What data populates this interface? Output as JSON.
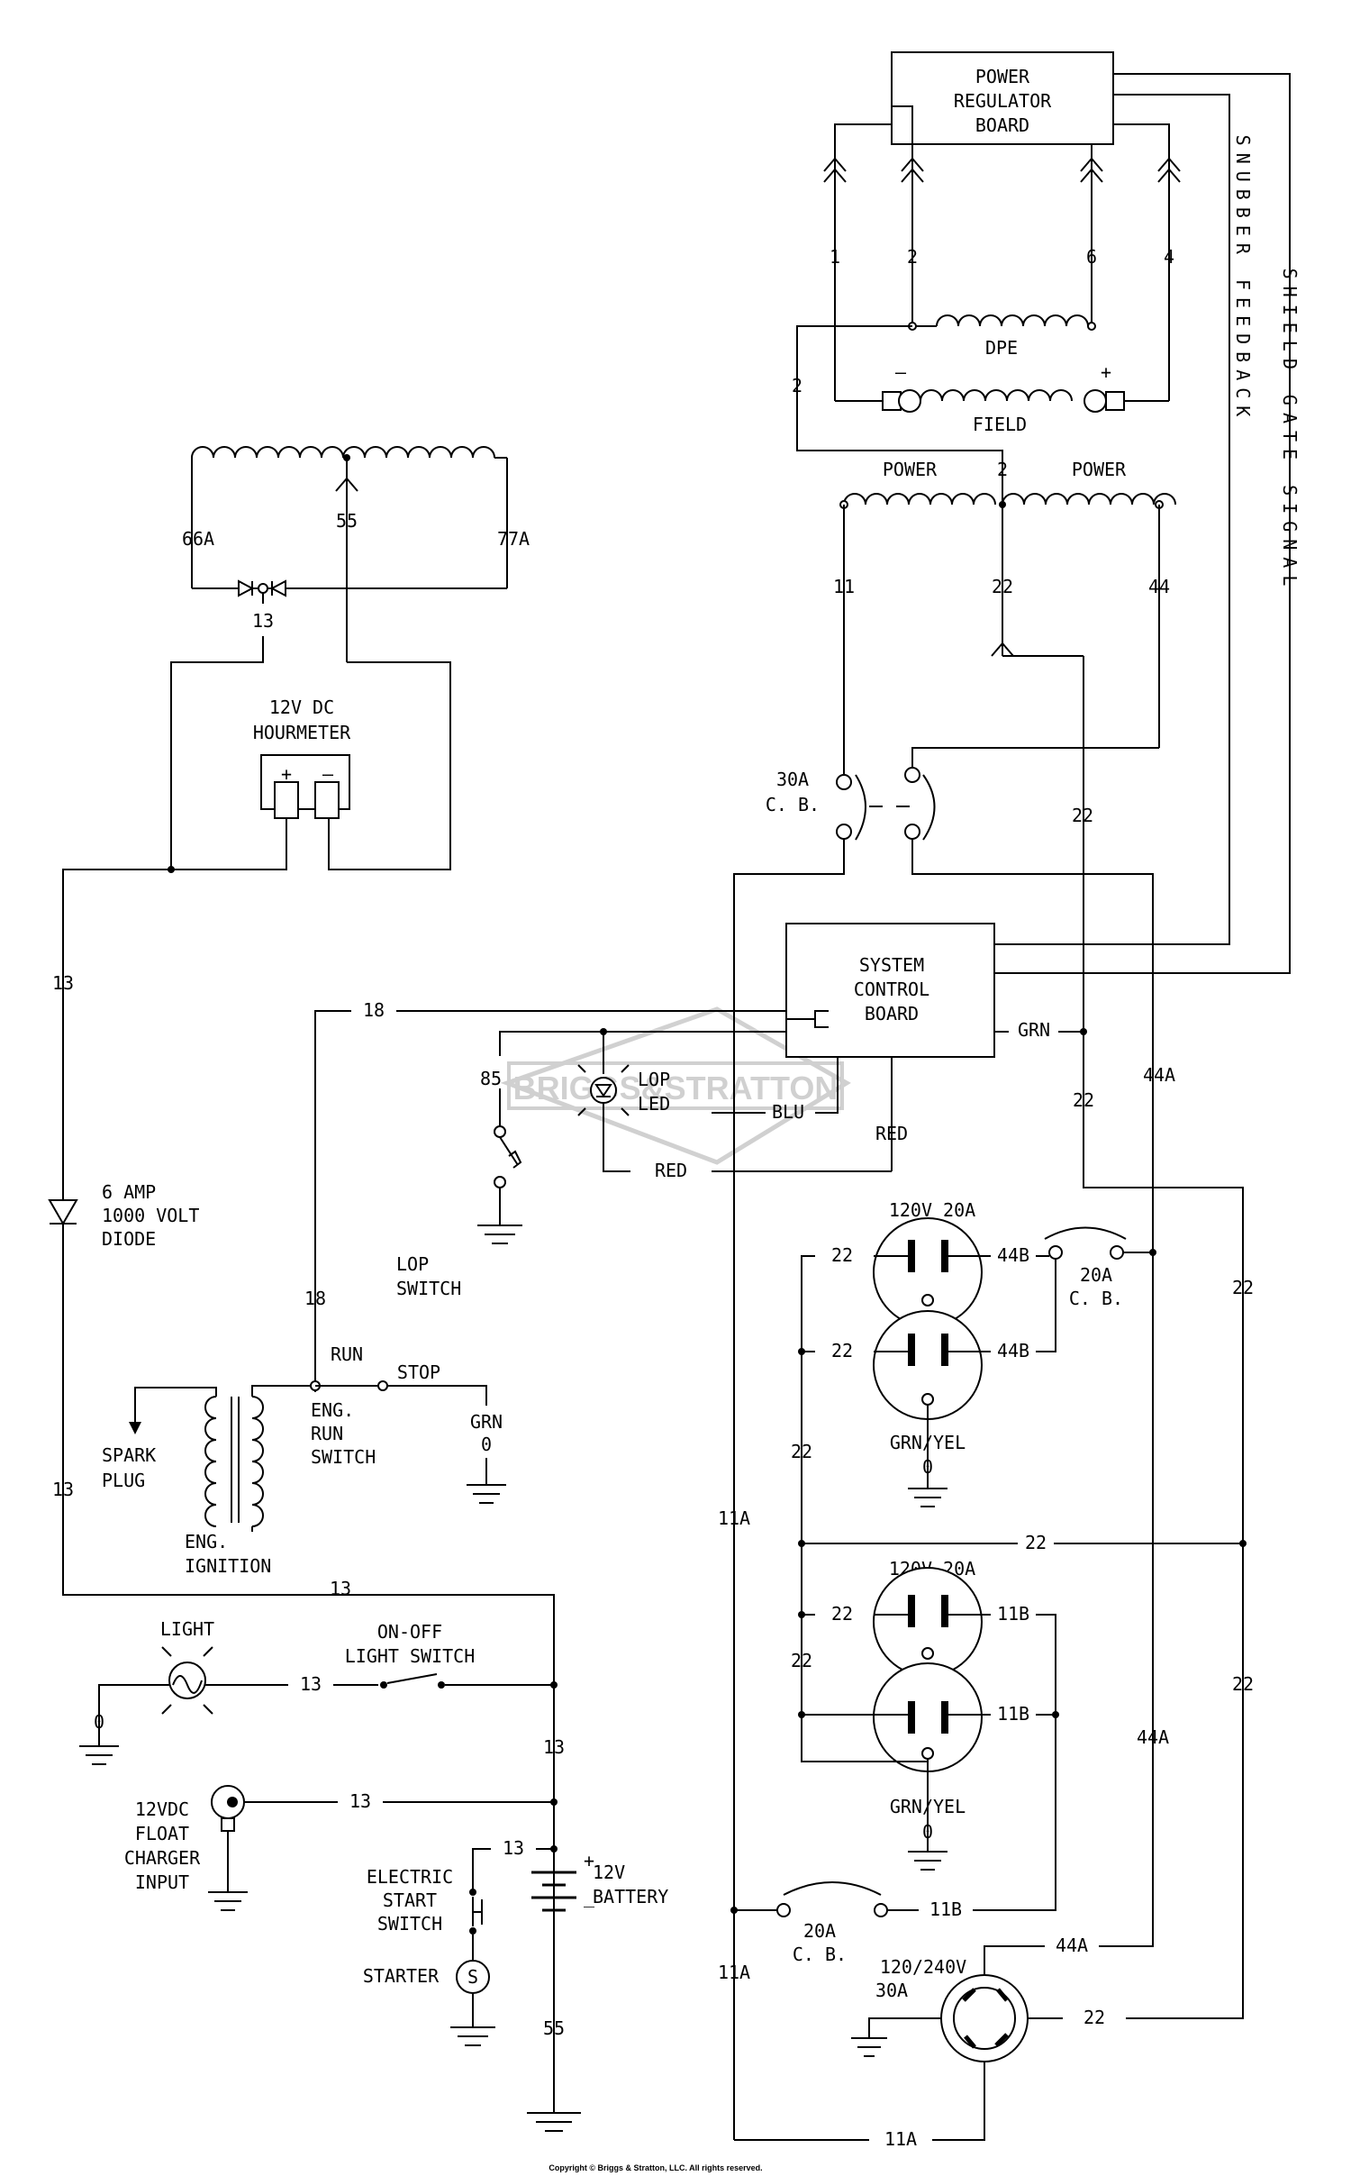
{
  "boards": {
    "power_regulator": [
      "POWER",
      "REGULATOR",
      "BOARD"
    ],
    "system_control": [
      "SYSTEM",
      "CONTROL",
      "BOARD"
    ]
  },
  "windings": {
    "dpe": "DPE",
    "field": "FIELD",
    "power_left": "POWER",
    "power_right": "POWER"
  },
  "polarity": {
    "minus": "–",
    "plus": "+"
  },
  "vertical_labels": {
    "snubber_feedback": "SNUBBER FEEDBACK",
    "shield_gate_signal": "SHIELD GATE SIGNAL"
  },
  "wire_labels": {
    "w1": "1",
    "w2_top": "2",
    "w6": "6",
    "w4": "4",
    "w2_left": "2",
    "w2_mid": "2",
    "w11": "11",
    "w22_top": "22",
    "w44": "44",
    "w66a": "66A",
    "w55_top": "55",
    "w77a": "77A",
    "w13_diode": "13",
    "w22_cb": "22",
    "w13_left": "13",
    "w18_top": "18",
    "w85": "85",
    "grn": "GRN",
    "blu": "BLU",
    "red_right": "RED",
    "red_bottom": "RED",
    "w22_board": "22",
    "w44a_top": "44A",
    "w22_r1": "22",
    "w44b_1": "44B",
    "w22_r2": "22",
    "w44b_2": "44B",
    "w22_right1": "22",
    "w22_vert1": "22",
    "w18_left": "18",
    "w22_mid": "22",
    "w11a_1": "11A",
    "w13_ign": "13",
    "w22_r3": "22",
    "w11b_1": "11B",
    "w22_vert2": "22",
    "w22_r4": "22",
    "w11b_2": "11B",
    "w22_right2": "22",
    "w44a_2": "44A",
    "w13_bottom": "13",
    "w13_light": "13",
    "w13_vert": "13",
    "w13_charger": "13",
    "w13_start": "13",
    "w11b_3": "11B",
    "w11a_2": "11A",
    "w44a_3": "44A",
    "w22_outlet": "22",
    "w55_bottom": "55",
    "w11a_3": "11A",
    "stop_grn": "GRN",
    "stop_zero": "0",
    "light_zero": "0",
    "recep1_zero": "0",
    "recep2_zero": "0"
  },
  "components": {
    "hourmeter": [
      "12V DC",
      "HOURMETER"
    ],
    "hourmeter_plus": "+",
    "hourmeter_minus": "–",
    "breaker_30a": [
      "30A",
      "C. B."
    ],
    "breaker_20a": [
      "20A",
      "C. B."
    ],
    "breaker_20a_lower": [
      "20A",
      "C. B."
    ],
    "lop_led": [
      "LOP",
      "LED"
    ],
    "lop_switch": [
      "LOP",
      "SWITCH"
    ],
    "diode": [
      "6 AMP",
      "1000 VOLT",
      "DIODE"
    ],
    "receptacle_1": "120V 20A",
    "receptacle_1_ground": "GRN/YEL",
    "receptacle_2": "120V 20A",
    "receptacle_2_ground": "GRN/YEL",
    "run": "RUN",
    "stop": "STOP",
    "run_switch": [
      "ENG.",
      "RUN",
      "SWITCH"
    ],
    "spark_plug": [
      "SPARK",
      "PLUG"
    ],
    "ignition": [
      "ENG.",
      "IGNITION"
    ],
    "light": "LIGHT",
    "light_switch": [
      "ON-OFF",
      "LIGHT SWITCH"
    ],
    "charger": [
      "12VDC",
      "FLOAT",
      "CHARGER",
      "INPUT"
    ],
    "battery": [
      "12V",
      "BATTERY"
    ],
    "battery_plus": "+",
    "battery_minus": "_",
    "start_switch": [
      "ELECTRIC",
      "START",
      "SWITCH"
    ],
    "starter": "STARTER",
    "starter_symbol": "S",
    "outlet_240": [
      "120/240V",
      "30A"
    ]
  },
  "watermark": "BRIGGS&STRATTON",
  "copyright": "Copyright © Briggs & Stratton, LLC. All rights reserved."
}
